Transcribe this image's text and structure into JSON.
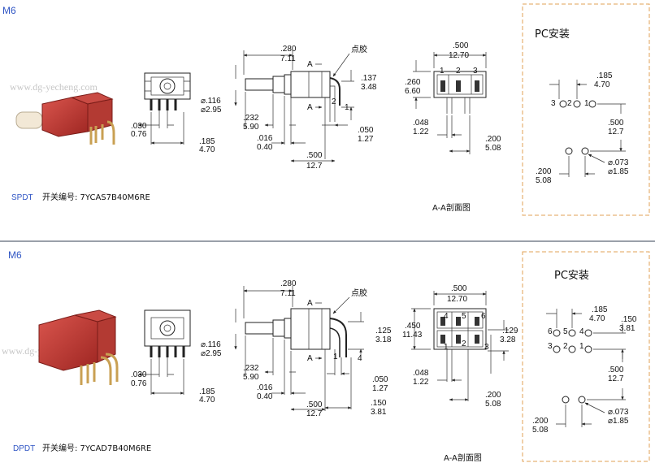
{
  "sections": [
    {
      "series": "M6",
      "type_label": "SPDT",
      "part_caption": "开关编号: 7YCAS7B40M6RE",
      "watermark": "www.dg-yecheng.com",
      "section_caption": "A-A剖面图",
      "pc_title": "PC安装",
      "mark_label": "点胶",
      "section_letter": "A",
      "pin_a": "2",
      "pin_b": "1",
      "pins_top": [
        "1",
        "2",
        "3"
      ],
      "dims": {
        "d030": ".030",
        "d030m": "0.76",
        "d185": ".185",
        "d185m": "4.70",
        "d116": "⌀.116",
        "d116m": "⌀2.95",
        "d280": ".280",
        "d280m": "7.11",
        "d232": ".232",
        "d232m": "5.90",
        "d016": ".016",
        "d016m": "0.40",
        "d500": ".500",
        "d500m": "12.7",
        "d137": ".137",
        "d137m": "3.48",
        "d050": ".050",
        "d050m": "1.27",
        "s500": ".500",
        "s500m": "12.70",
        "s260": ".260",
        "s260m": "6.60",
        "s048": ".048",
        "s048m": "1.22",
        "s200": ".200",
        "s200m": "5.08",
        "p185": ".185",
        "p185m": "4.70",
        "p500": ".500",
        "p500m": "12.7",
        "p073": "⌀.073",
        "p073m": "⌀1.85",
        "p200": ".200",
        "p200m": "5.08"
      },
      "pc_pins": [
        "3",
        "2",
        "1"
      ]
    },
    {
      "series": "M6",
      "type_label": "DPDT",
      "part_caption": "开关编号: 7YCAD7B40M6RE",
      "watermark": "www.dg-yecheng.com",
      "section_caption": "A-A剖面图",
      "pc_title": "PC安装",
      "mark_label": "点胶",
      "section_letter": "A",
      "pin_a": "1",
      "pin_b": "4",
      "pins_top": [
        "4",
        "5",
        "6"
      ],
      "pins_bottom": [
        "1",
        "2",
        "3"
      ],
      "dims": {
        "d030": ".030",
        "d030m": "0.76",
        "d185": ".185",
        "d185m": "4.70",
        "d116": "⌀.116",
        "d116m": "⌀2.95",
        "d280": ".280",
        "d280m": "7.11",
        "d232": ".232",
        "d232m": "5.90",
        "d016": ".016",
        "d016m": "0.40",
        "d500": ".500",
        "d500m": "12.7",
        "d125": ".125",
        "d125m": "3.18",
        "d050": ".050",
        "d050m": "1.27",
        "d150": ".150",
        "d150m": "3.81",
        "s500": ".500",
        "s500m": "12.70",
        "s450": ".450",
        "s450m": "11.43",
        "s129": ".129",
        "s129m": "3.28",
        "s048": ".048",
        "s048m": "1.22",
        "s200": ".200",
        "s200m": "5.08",
        "p185": ".185",
        "p185m": "4.70",
        "p150": ".150",
        "p150m": "3.81",
        "p500": ".500",
        "p500m": "12.7",
        "p073": "⌀.073",
        "p073m": "⌀1.85",
        "p200": ".200",
        "p200m": "5.08"
      },
      "pc_pins_top": [
        "6",
        "5",
        "4"
      ],
      "pc_pins_bottom": [
        "3",
        "2",
        "1"
      ]
    }
  ]
}
